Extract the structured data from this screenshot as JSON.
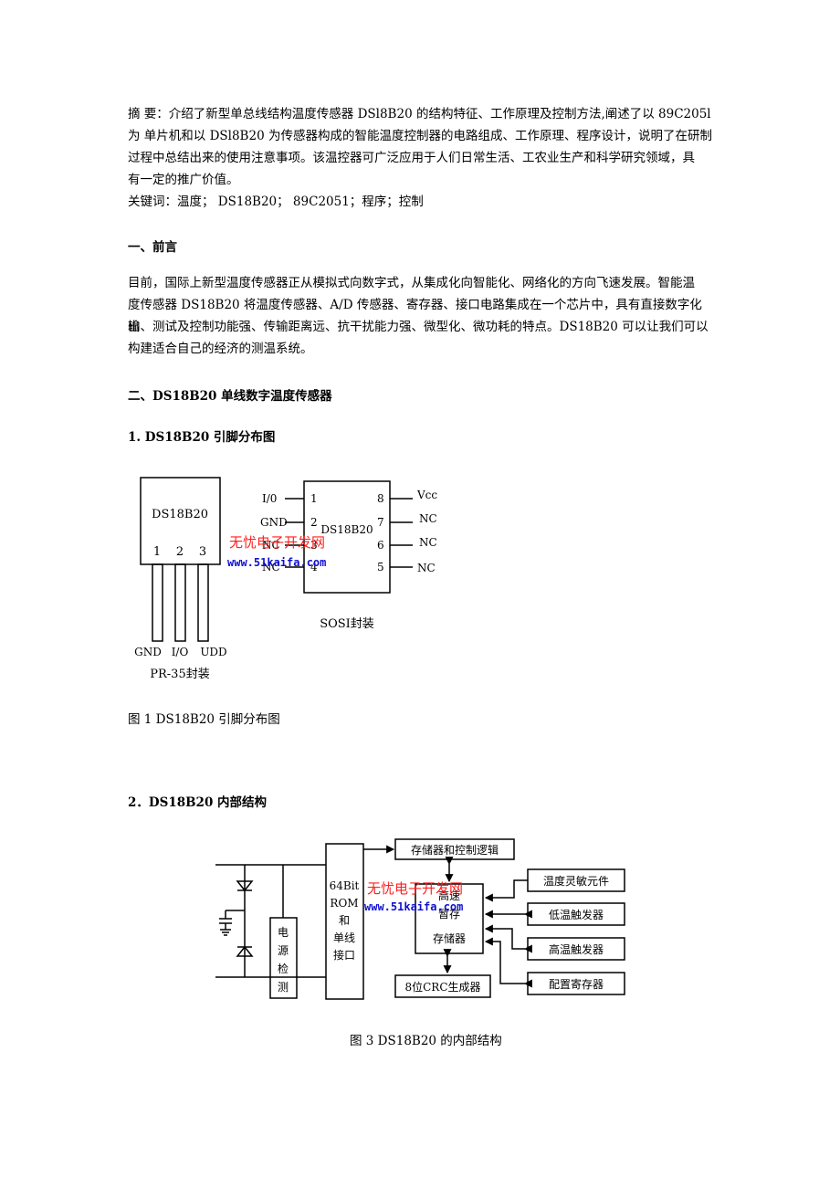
{
  "abstract": {
    "lines": [
      "摘  要：介绍了新型单总线结构温度传感器 DSl8B20 的结构特征、工作原理及控制方法,阐述了以 89C205l",
      "为 单片机和以 DSl8B20 为传感器构成的智能温度控制器的电路组成、工作原理、程序设计，说明了在研制",
      "过程中总结出来的使用注意事项。该温控器可广泛应用于人们日常生活、工农业生产和科学研究领域，具",
      "有一定的推广价值。"
    ],
    "keywords": "关键词：温度；  DS18B20；  89C2051；程序；控制"
  },
  "section1": {
    "heading": "一、前言",
    "lines": [
      "目前，国际上新型温度传感器正从模拟式向数字式，从集成化向智能化、网络化的方向飞速发展。智能温",
      "度传感器 DS18B20 将温度传感器、A/D 传感器、寄存器、接口电路集成在一个芯片中，具有直接数字化输",
      "出、测试及控制功能强、传输距离远、抗干扰能力强、微型化、微功耗的特点。DS18B20 可以让我们可以",
      "构建适合自己的经济的测温系统。"
    ]
  },
  "section2": {
    "heading": "二、DS18B20 单线数字温度传感器",
    "sub1": "1.    DS18B20 引脚分布图",
    "sub2": "2．DS18B20 内部结构"
  },
  "figure1": {
    "pr35": {
      "chip_label": "DS18B20",
      "pin_numbers": [
        "1",
        "2",
        "3"
      ],
      "pin_names": [
        "GND",
        "I/O",
        "UDD"
      ],
      "package_label": "PR-35封装"
    },
    "sosi": {
      "chip_label": "DS18B20",
      "left_pin_numbers": [
        "1",
        "2",
        "3",
        "4"
      ],
      "left_pin_names": [
        "I/0",
        "GND",
        "NC",
        "NC"
      ],
      "right_pin_numbers": [
        "8",
        "7",
        "6",
        "5"
      ],
      "right_pin_names": [
        "Vcc",
        "NC",
        "NC",
        "NC"
      ],
      "package_label": "SOSI封装"
    },
    "watermark_cn": "无忧电子开发网",
    "watermark_url": "www.51kaifa.com",
    "caption": "图 1   DS18B20 引脚分布图"
  },
  "figure3": {
    "rom_lines": [
      "64Bit",
      "ROM",
      "和",
      "单线",
      "接口"
    ],
    "power_detect": [
      "电",
      "源",
      "检",
      "测"
    ],
    "memory_logic": "存储器和控制逻辑",
    "scratchpad_lines": [
      "高速",
      "暂存",
      "存储器"
    ],
    "crc": "8位CRC生成器",
    "temp_sensor": "温度灵敏元件",
    "low_trigger": "低温触发器",
    "high_trigger": "高温触发器",
    "config_reg": "配置寄存器",
    "watermark_cn": "无忧电子开发网",
    "watermark_url": "www.51kaifa.com",
    "caption": "图 3    DS18B20 的内部结构"
  }
}
